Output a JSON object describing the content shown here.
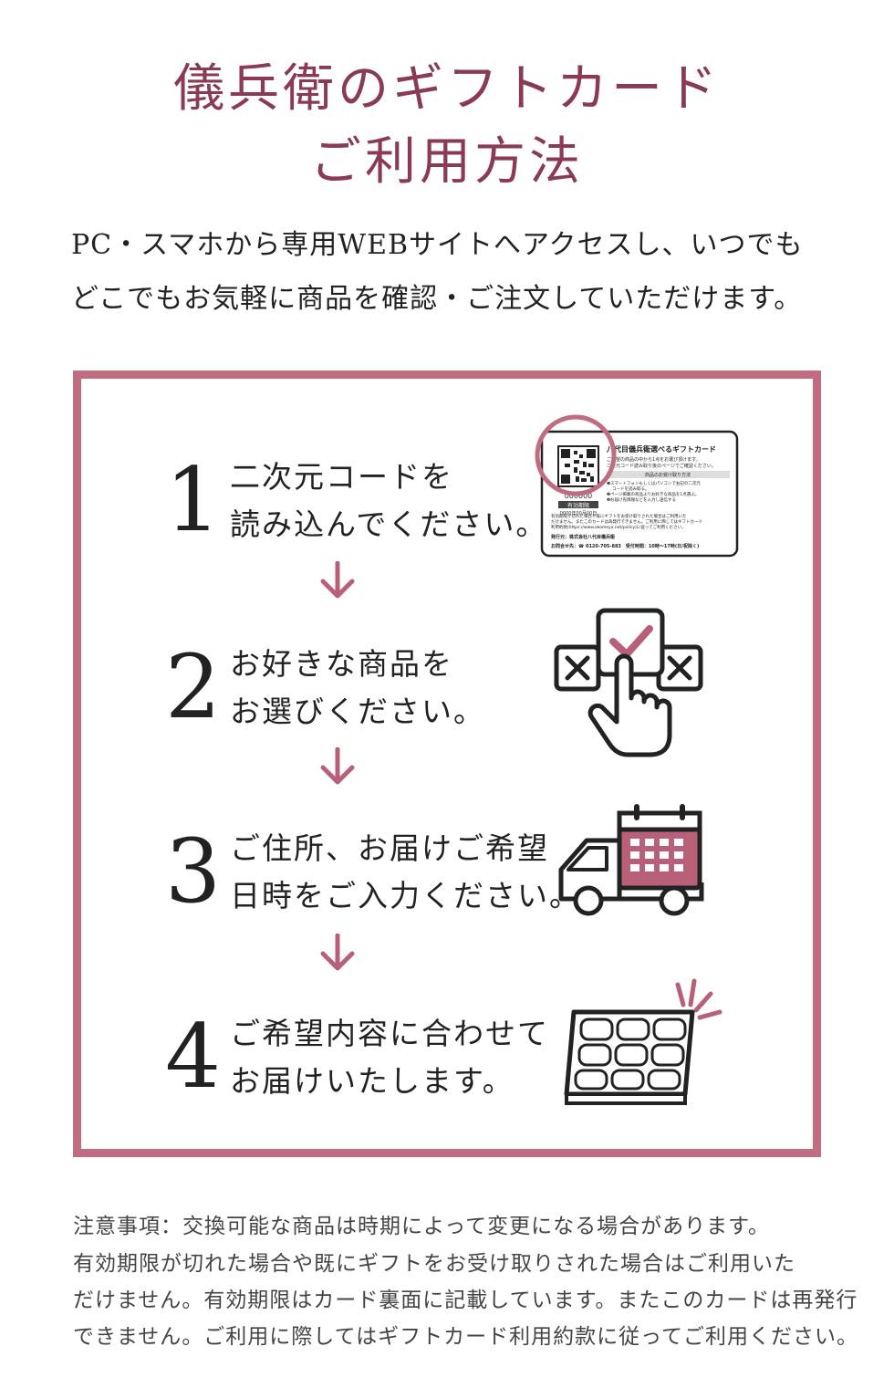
{
  "title": {
    "line1": "儀兵衛のギフトカード",
    "line2": "ご利用方法"
  },
  "intro": {
    "line1": "PC・スマホから専用WEBサイトへアクセスし、いつでも",
    "line2": "どこでもお気軽に商品を確認・ご注文していただけます。"
  },
  "steps": [
    {
      "number": "1",
      "line1": "二次元コードを",
      "line2": "読み込んでください。",
      "icon": "gift-card-qr-icon"
    },
    {
      "number": "2",
      "line1": "お好きな商品を",
      "line2": "お選びください。",
      "icon": "select-checkmark-hand-icon"
    },
    {
      "number": "3",
      "line1": "ご住所、お届けご希望",
      "line2": "日時をご入力ください。",
      "icon": "delivery-truck-calendar-icon"
    },
    {
      "number": "4",
      "line1": "ご希望内容に合わせて",
      "line2": "お届けいたします。",
      "icon": "rice-box-icon"
    }
  ],
  "card": {
    "title": "八代目儀兵衛選べるギフトカード",
    "desc1": "ご希望の商品の中から1点をお選び頂けます。",
    "desc2": "二次元コード読み取り後のページでご確認ください。",
    "section": "商品のお受け取り方法",
    "step1": "❶スマートフォンもしくはパソコンで右記の二次元",
    "step1b": "コードを読み取る。",
    "step2": "❷ページ掲載の商品よりお好きな商品を1点選ぶ。",
    "step3": "❸お届け先情報などを入力し送信する",
    "note1": "有効期限が切れた場合や既にギフトをお受け取りされた場合はご利用いた",
    "note2": "だけません。またこのカードは再発行できません。ご利用に際してはギフトカード",
    "note3": "利用約款(https://www.okomeya.net/policy)に従ってご利用ください。",
    "issuer": "発行元：株式会社八代目儀兵衛",
    "contact": "お問合せ先：☎ 0120-705-883　受付時間：10時〜17時(日/祝除く)",
    "code": "000000",
    "expiry_label": "有効期限",
    "expiry": "0000年00月00日"
  },
  "notes": {
    "line1": "注意事項：交換可能な商品は時期によって変更になる場合があります。",
    "line2": "有効期限が切れた場合や既にギフトをお受け取りされた場合はご利用いた",
    "line3": "だけません。有効期限はカード裏面に記載しています。またこのカードは再発行",
    "line4": "できません。ご利用に際してはギフトカード利用約款に従ってご利用ください。"
  },
  "colors": {
    "accent": "#8a3a52",
    "frame": "#c06d82",
    "text": "#222222"
  }
}
